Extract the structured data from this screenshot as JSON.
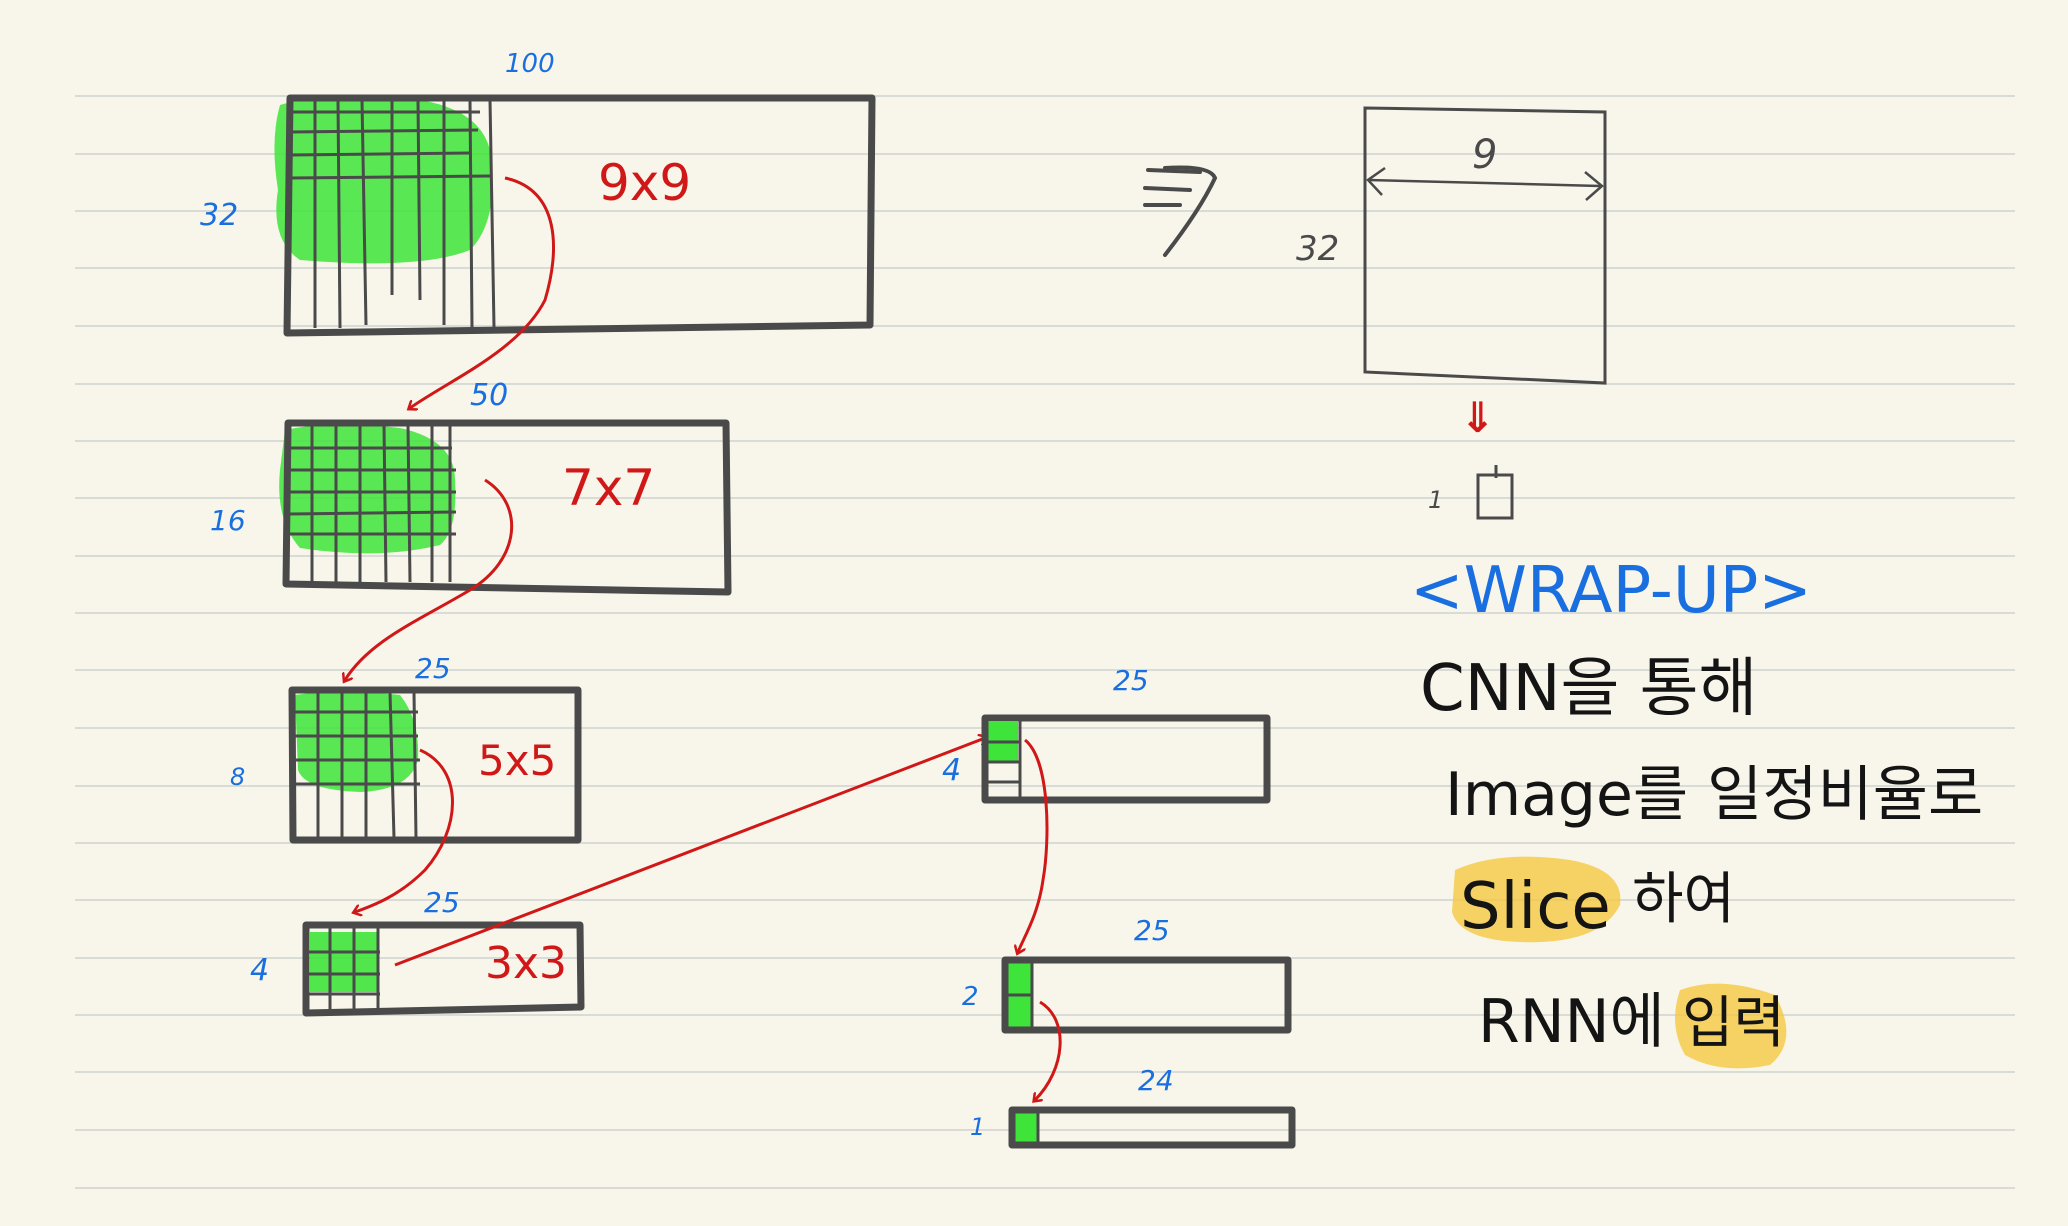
{
  "colors": {
    "paper": "#f8f6ea",
    "rule": "#d9dbd6",
    "box": "#4a4a4a",
    "highlight_green": "#3ee43a",
    "arrow_red": "#d01818",
    "label_blue": "#1a6fe0",
    "ink_black": "#141414",
    "marker_yellow": "#f5c842"
  },
  "left_stack": {
    "box1": {
      "width_label": "100",
      "height_label": "32",
      "kernel_label": "9x9"
    },
    "box2": {
      "width_label": "50",
      "height_label": "16",
      "kernel_label": "7x7"
    },
    "box3": {
      "width_label": "25",
      "height_label": "8",
      "kernel_label": "5x5"
    },
    "box4": {
      "width_label": "25",
      "height_label": "4",
      "kernel_label": "3x3"
    }
  },
  "middle_stack": {
    "box5": {
      "width_label": "25",
      "height_label": "4"
    },
    "box6": {
      "width_label": "25",
      "height_label": "2"
    },
    "box7": {
      "width_label": "24",
      "height_label": "1"
    }
  },
  "right_panel": {
    "implies_symbol": "=>",
    "slice_width_label": "9",
    "slice_height_label": "32",
    "down_arrow": "⇓",
    "small_slice_label": "1"
  },
  "wrap_up": {
    "title": "<WRAP-UP>",
    "line1": "CNN을 통해",
    "line2": "Image를 일정비율로",
    "line3_highlight": "Slice",
    "line3_rest": "하여",
    "line4_text": "RNN에",
    "line4_highlight": "입력"
  }
}
